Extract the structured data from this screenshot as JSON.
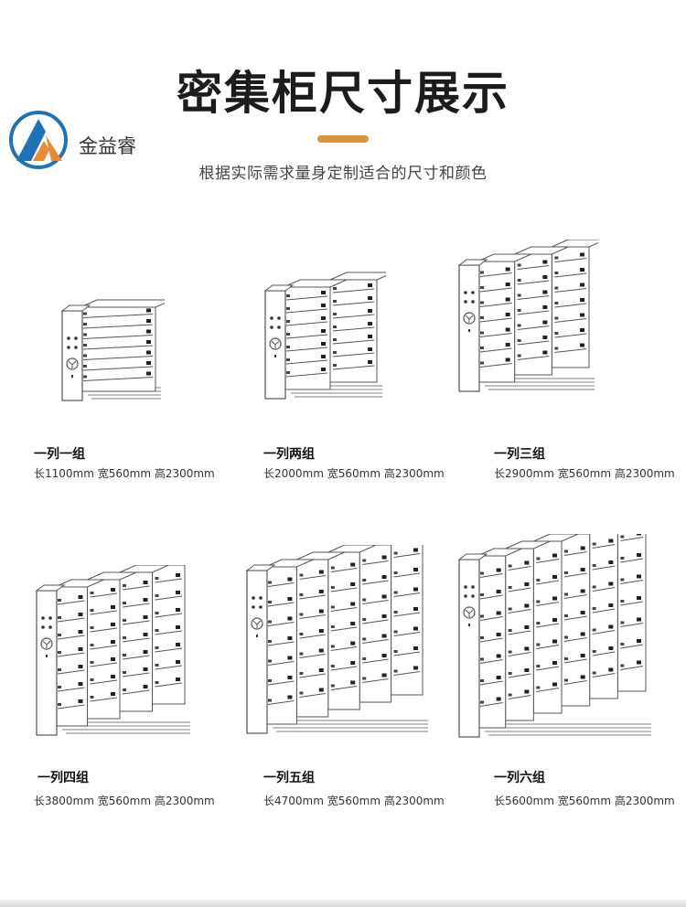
{
  "header": {
    "title": "密集柜尺寸展示",
    "subtitle": "根据实际需求量身定制适合的尺寸和颜色",
    "accent_color": "#d9953c"
  },
  "logo": {
    "name": "金益睿",
    "icon": "jinyirui-logo-icon",
    "colors": [
      "#1e73b7",
      "#e98b32"
    ]
  },
  "products": [
    {
      "name": "一列一组",
      "dims": "长1100mm 宽560mm 高2300mm",
      "groups": 1
    },
    {
      "name": "一列两组",
      "dims": "长2000mm 宽560mm 高2300mm",
      "groups": 2
    },
    {
      "name": "一列三组",
      "dims": "长2900mm 宽560mm 高2300mm",
      "groups": 3
    },
    {
      "name": "一列四组",
      "dims": "长3800mm 宽560mm 高2300mm",
      "groups": 4
    },
    {
      "name": "一列五组",
      "dims": "长4700mm 宽560mm 高2300mm",
      "groups": 5
    },
    {
      "name": "一列六组",
      "dims": "长5600mm 宽560mm 高2300mm",
      "groups": 6
    }
  ]
}
